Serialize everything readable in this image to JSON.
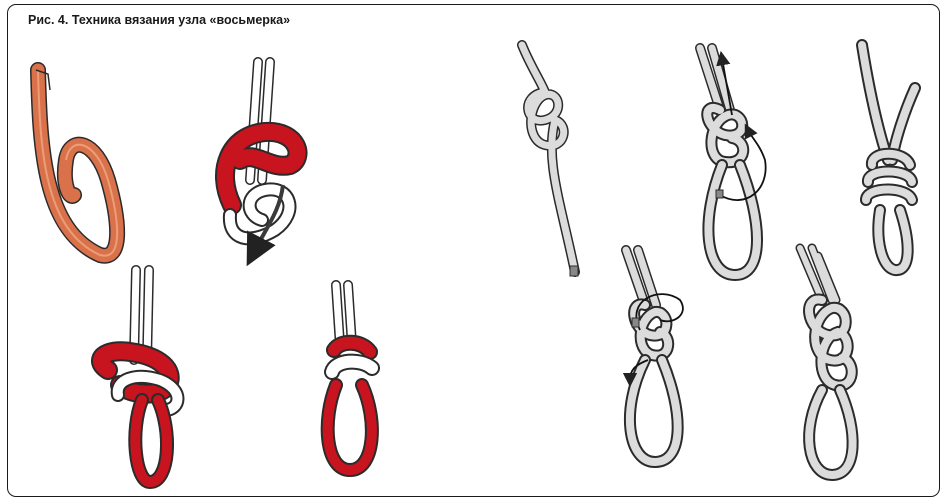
{
  "figure": {
    "caption": "Рис. 4. Техника вязания узла «восьмерка»"
  },
  "colors": {
    "orange": "#d9714a",
    "orange_light": "#ec9d76",
    "red": "#c8141e",
    "white_rope": "#ffffff",
    "grey_rope": "#dcdcdc",
    "outline": "#2b2b2b",
    "arrow": "#3a3a3a"
  },
  "steps": [
    {
      "id": "step-1",
      "rope": "orange-loop"
    },
    {
      "id": "step-2",
      "rope": "red-white-wrap",
      "arrow": "down-arrow"
    },
    {
      "id": "step-3",
      "rope": "red-white-knot"
    },
    {
      "id": "step-4",
      "rope": "red-white-finished"
    },
    {
      "id": "step-5",
      "rope": "grey-single-knot"
    },
    {
      "id": "step-6",
      "rope": "grey-thread-back",
      "arrow": "up-arrow"
    },
    {
      "id": "step-7",
      "rope": "grey-finished-tied"
    },
    {
      "id": "step-8",
      "rope": "grey-thread-loop",
      "arrow": "curve-arrow"
    },
    {
      "id": "step-9",
      "rope": "grey-double-knot"
    }
  ]
}
